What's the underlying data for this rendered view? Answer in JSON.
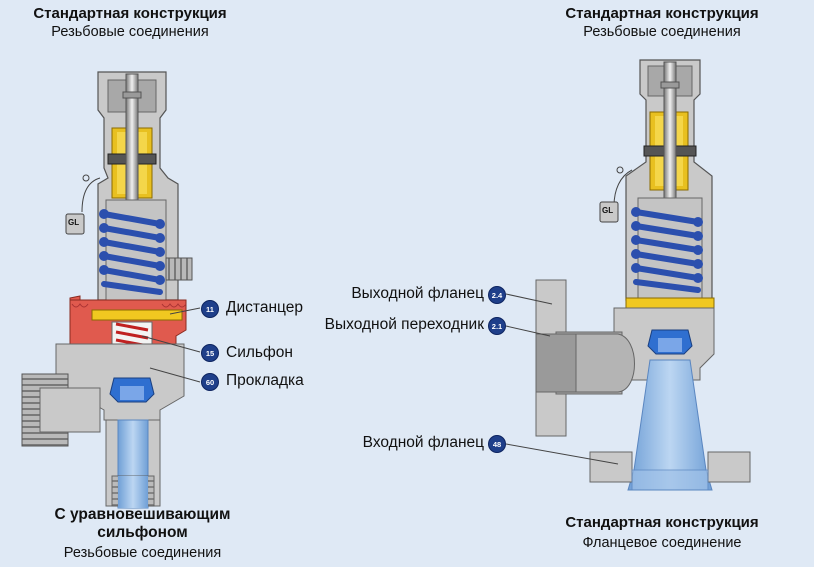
{
  "left_top": {
    "title": "Стандартная конструкция",
    "subtitle": "Резьбовые соединения"
  },
  "right_top": {
    "title": "Стандартная конструкция",
    "subtitle": "Резьбовые соединения"
  },
  "left_bottom": {
    "title_line1": "С уравновешивающим",
    "title_line2": "сильфоном",
    "subtitle": "Резьбовые соединения"
  },
  "right_bottom": {
    "title": "Стандартная конструкция",
    "subtitle": "Фланцевое соединение"
  },
  "callouts": {
    "spacer": {
      "num": "11",
      "label": "Дистанцер"
    },
    "bellows": {
      "num": "15",
      "label": "Сильфон"
    },
    "gasket": {
      "num": "60",
      "label": "Прокладка"
    },
    "outlet_flange": {
      "num": "2.4",
      "label": "Выходной фланец"
    },
    "outlet_adapter": {
      "num": "2.1",
      "label": "Выходной переходник"
    },
    "inlet_flange": {
      "num": "48",
      "label": "Входной фланец"
    }
  },
  "tags": {
    "gl_left": "GL",
    "gl_right": "GL"
  },
  "colors": {
    "background": "#dfe9f5",
    "spring": "#2b4fae",
    "bellows_red": "#d83030",
    "housing_red": "#e05a4e",
    "brass": "#e8c020",
    "badge": "#1f3f8a",
    "inlet_blue": "#8fb8e4"
  }
}
